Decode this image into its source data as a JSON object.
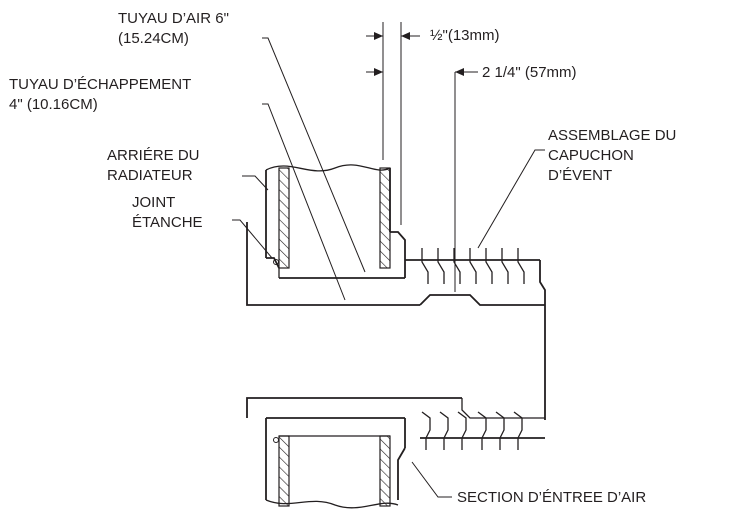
{
  "labels": {
    "air_pipe_line1": "TUYAU D’AIR 6\"",
    "air_pipe_line2": "(15.24CM)",
    "exhaust_pipe_line1": "TUYAU D’ÉCHAPPEMENT",
    "exhaust_pipe_line2": "4\" (10.16CM)",
    "radiator_back_line1": "ARRIÉRE DU",
    "radiator_back_line2": "RADIATEUR",
    "seal_joint_line1": "JOINT",
    "seal_joint_line2": "ÉTANCHE",
    "dim_half_inch": "½\"(13mm)",
    "dim_two_quarter": "2 1/4\" (57mm)",
    "vent_cap_line1": "ASSEMBLAGE DU",
    "vent_cap_line2": "CAPUCHON",
    "vent_cap_line3": "D’ÉVENT",
    "air_inlet_section": "SECTION D’ÉNTREE D’AIR"
  }
}
